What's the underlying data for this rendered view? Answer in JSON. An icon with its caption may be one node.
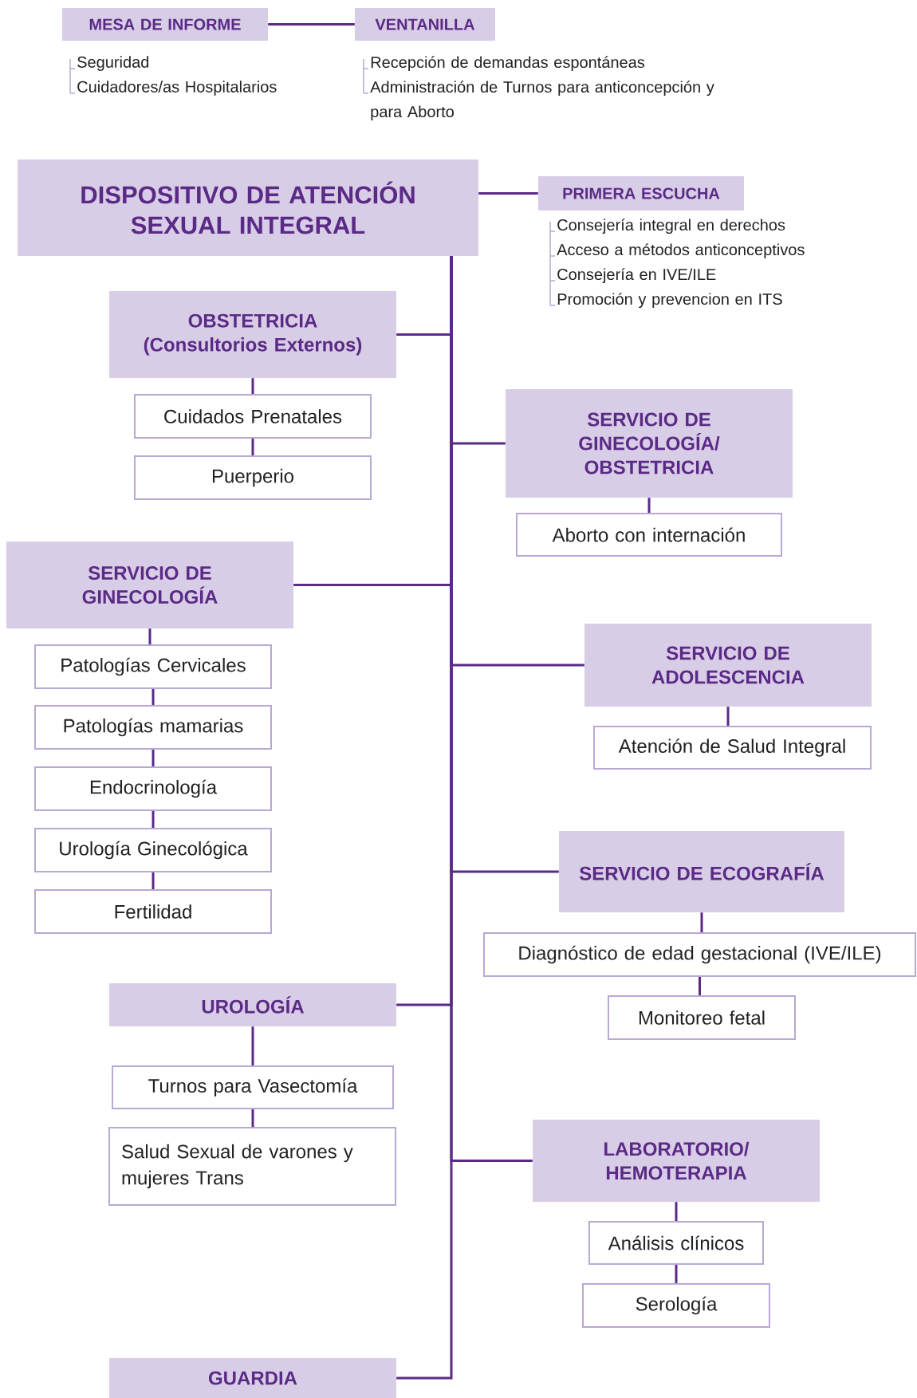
{
  "diagram": {
    "nodes": [
      {
        "text": [
          "MESA DE INFORME"
        ],
        "beside": [
          "Seguridad",
          "Cuidadores/as Hospitalarios"
        ]
      },
      {
        "text": [
          "VENTANILLA"
        ],
        "beside": [
          "Recepción de demandas espontáneas",
          "Administración de Turnos para anticoncepción y para Aborto"
        ]
      },
      {
        "text": [
          "DISPOSITIVO DE ATENCIÓN SEXUAL INTEGRAL"
        ]
      },
      {
        "text": [
          "PRIMERA ESCUCHA"
        ],
        "beside": [
          "Consejería integral en derechos",
          "Acceso a métodos anticonceptivos",
          "Consejería en IVE/ILE",
          "Promoción y prevencion en ITS"
        ]
      },
      {
        "text": [
          "OBSTETRICIA (Consultorios Externos)"
        ]
      },
      {
        "text": [
          "Cuidados Prenatales"
        ]
      },
      {
        "text": [
          "Puerperio"
        ]
      },
      {
        "text": [
          "SERVICIO DE GINECOLOGÍA/ OBSTETRICIA"
        ]
      },
      {
        "text": [
          "Aborto con internación"
        ]
      },
      {
        "text": [
          "SERVICIO DE GINECOLOGÍA"
        ]
      },
      {
        "text": [
          "Patologías Cervicales"
        ]
      },
      {
        "text": [
          "Patologías mamarias"
        ]
      },
      {
        "text": [
          "Endocrinología"
        ]
      },
      {
        "text": [
          "Urología Ginecológica"
        ]
      },
      {
        "text": [
          "Fertilidad"
        ]
      },
      {
        "text": [
          "SERVICIO DE ADOLESCENCIA"
        ]
      },
      {
        "text": [
          "Atención de Salud Integral"
        ]
      },
      {
        "text": [
          "SERVICIO DE ECOGRAFÍA"
        ]
      },
      {
        "text": [
          "Diagnóstico de edad gestacional (IVE/ILE)"
        ]
      },
      {
        "text": [
          "Monitoreo fetal"
        ]
      },
      {
        "text": [
          "UROLOGÍA"
        ]
      },
      {
        "text": [
          "Turnos para Vasectomía"
        ]
      },
      {
        "text": [
          "Salud Sexual de varones y mujeres Trans"
        ]
      },
      {
        "text": [
          "LABORATORIO/ HEMOTERAPIA"
        ]
      },
      {
        "text": [
          "Análisis clínicos"
        ]
      },
      {
        "text": [
          "Serología"
        ]
      },
      {
        "text": [
          "GUARDIA"
        ]
      }
    ],
    "edges": [
      {
        "from": 0,
        "to": 1,
        "arrow": "none"
      },
      {
        "from": 2,
        "to": 3,
        "arrow": "none"
      },
      {
        "from": 2,
        "to": 4,
        "arrow": "none"
      },
      {
        "from": 2,
        "to": 7,
        "arrow": "none"
      },
      {
        "from": 2,
        "to": 9,
        "arrow": "none"
      },
      {
        "from": 2,
        "to": 15,
        "arrow": "none"
      },
      {
        "from": 2,
        "to": 17,
        "arrow": "none"
      },
      {
        "from": 2,
        "to": 20,
        "arrow": "none"
      },
      {
        "from": 2,
        "to": 23,
        "arrow": "none"
      },
      {
        "from": 2,
        "to": 26,
        "arrow": "none"
      },
      {
        "from": 4,
        "to": 5,
        "arrow": "none"
      },
      {
        "from": 5,
        "to": 6,
        "arrow": "none"
      },
      {
        "from": 7,
        "to": 8,
        "arrow": "none"
      },
      {
        "from": 9,
        "to": 10,
        "arrow": "none"
      },
      {
        "from": 10,
        "to": 11,
        "arrow": "none"
      },
      {
        "from": 11,
        "to": 12,
        "arrow": "none"
      },
      {
        "from": 12,
        "to": 13,
        "arrow": "none"
      },
      {
        "from": 13,
        "to": 14,
        "arrow": "none"
      },
      {
        "from": 15,
        "to": 16,
        "arrow": "none"
      },
      {
        "from": 17,
        "to": 18,
        "arrow": "none"
      },
      {
        "from": 18,
        "to": 19,
        "arrow": "none"
      },
      {
        "from": 20,
        "to": 21,
        "arrow": "none"
      },
      {
        "from": 21,
        "to": 22,
        "arrow": "none"
      },
      {
        "from": 23,
        "to": 24,
        "arrow": "none"
      },
      {
        "from": 24,
        "to": 25,
        "arrow": "none"
      }
    ]
  }
}
